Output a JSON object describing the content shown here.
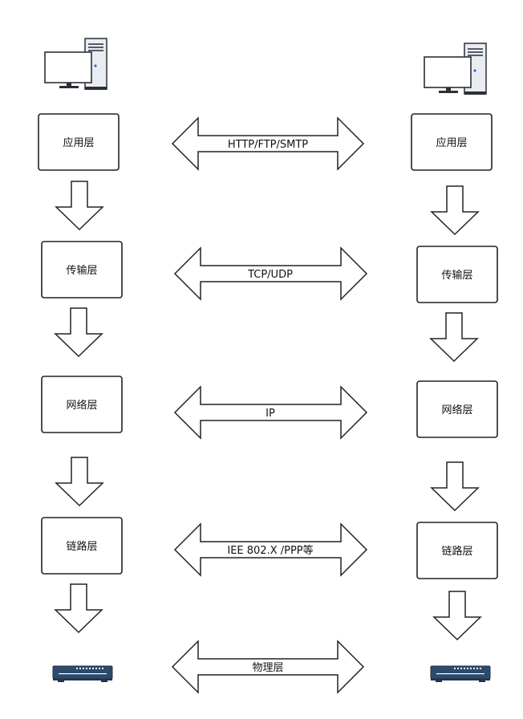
{
  "left_stack": {
    "top_device": "desktop-computer",
    "bottom_device": "network-switch",
    "layers": [
      "应用层",
      "传输层",
      "网络层",
      "链路层"
    ]
  },
  "right_stack": {
    "top_device": "desktop-computer",
    "bottom_device": "network-switch",
    "layers": [
      "应用层",
      "传输层",
      "网络层",
      "链路层"
    ]
  },
  "protocols": [
    "HTTP/FTP/SMTP",
    "TCP/UDP",
    "IP",
    "IEE 802.X /PPP等",
    "物理层"
  ],
  "colors": {
    "outline": "#222222",
    "monitor_screen": "#ffffff",
    "tower_body": "#e8ecf0",
    "switch_body": "#2d4a6b"
  }
}
